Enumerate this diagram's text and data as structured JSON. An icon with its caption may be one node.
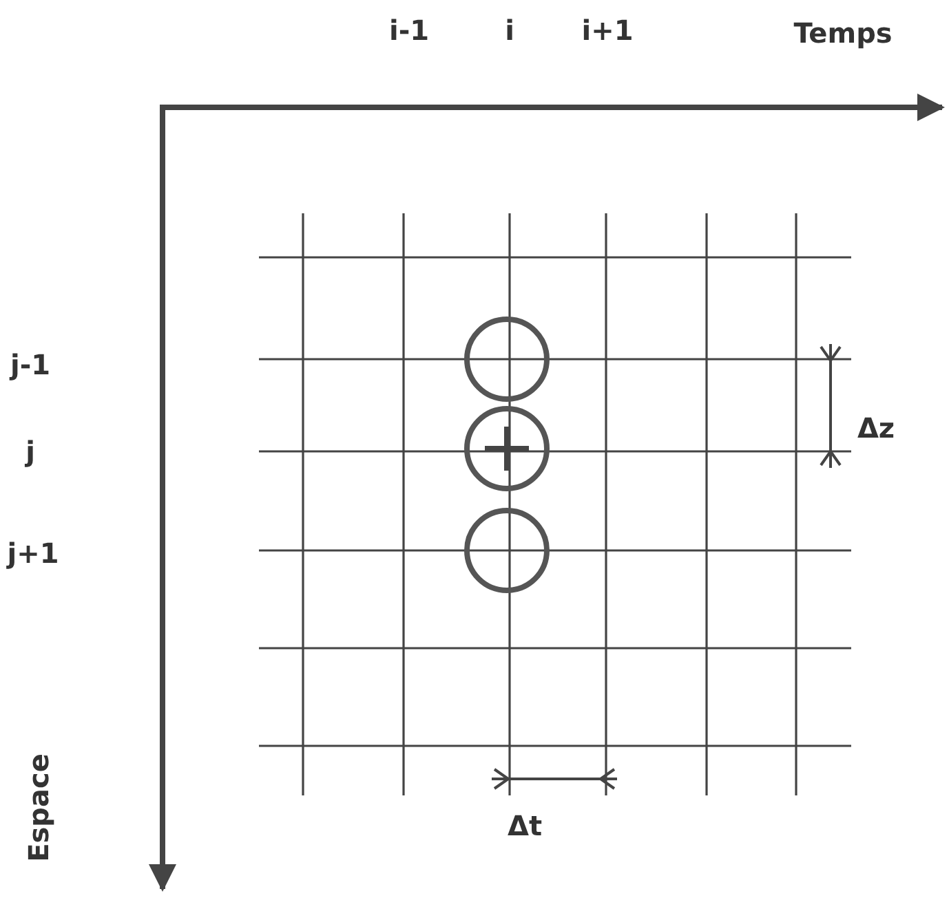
{
  "diagram": {
    "labels": [
      "i-1",
      "i",
      "i+1",
      "Temps",
      "j-1",
      "j",
      "j+1",
      "Δz",
      "Espace",
      "Δt"
    ]
  }
}
